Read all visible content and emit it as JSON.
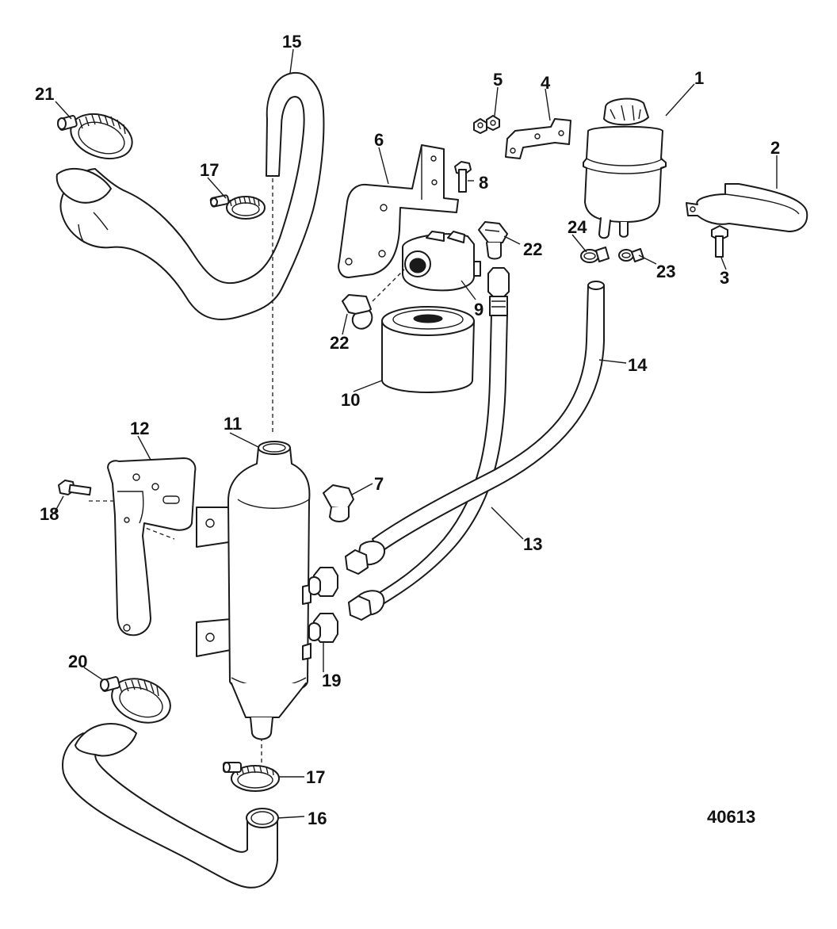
{
  "figure_id": "40613",
  "callouts": {
    "c1": "1",
    "c2": "2",
    "c3": "3",
    "c4": "4",
    "c5": "5",
    "c6": "6",
    "c7": "7",
    "c8": "8",
    "c9": "9",
    "c10": "10",
    "c11": "11",
    "c12": "12",
    "c13": "13",
    "c14": "14",
    "c15": "15",
    "c16": "16",
    "c17a": "17",
    "c17b": "17",
    "c18": "18",
    "c19": "19",
    "c20": "20",
    "c21": "21",
    "c22a": "22",
    "c22b": "22",
    "c23": "23",
    "c24": "24"
  }
}
